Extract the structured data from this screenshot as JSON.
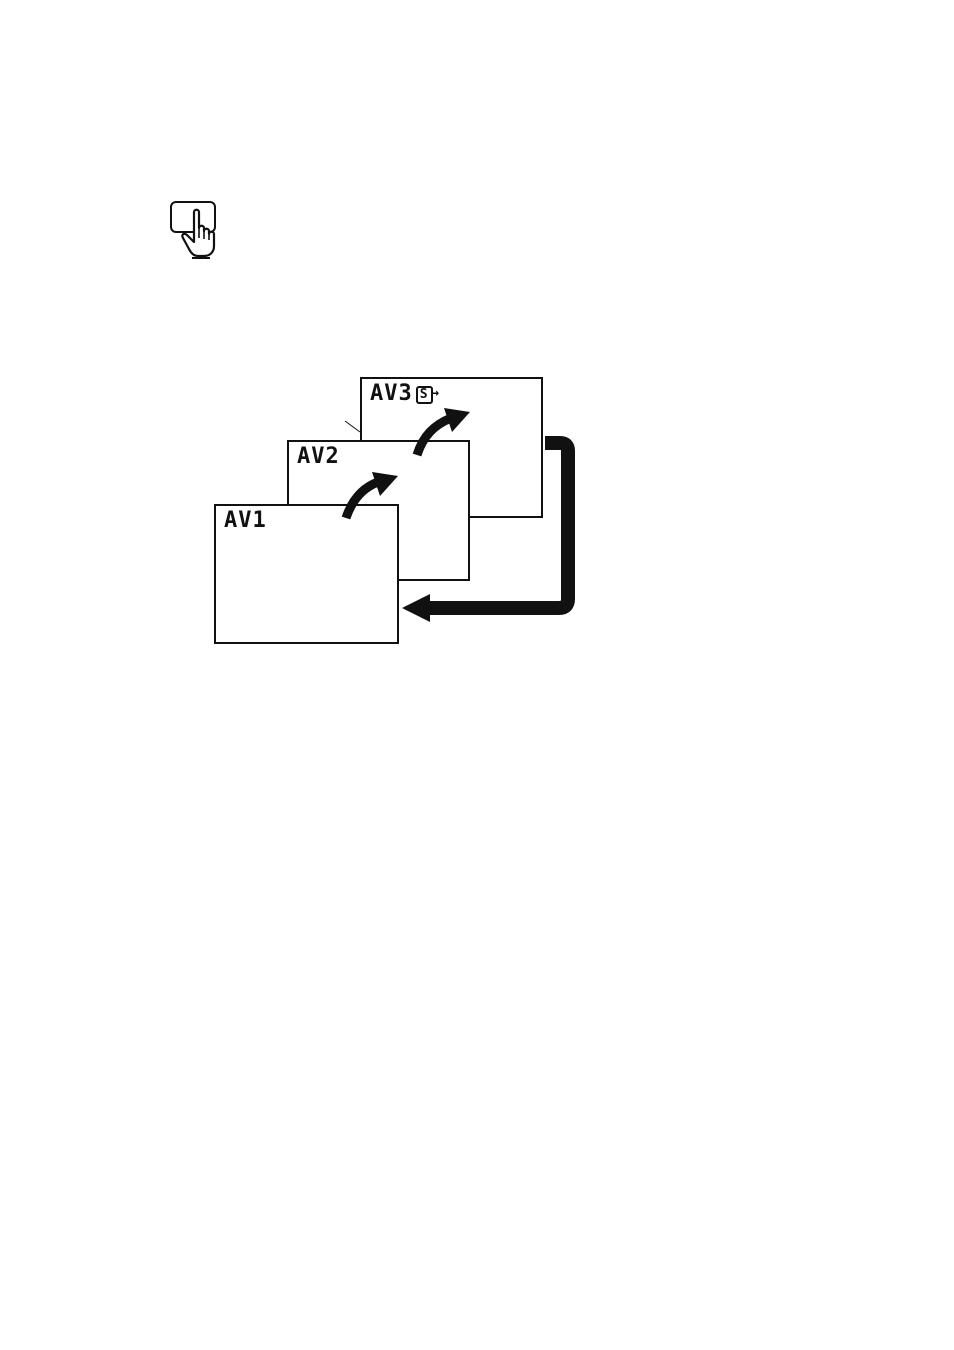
{
  "diagram": {
    "screens": [
      {
        "id": "av3",
        "label": "AV3",
        "badge": "S"
      },
      {
        "id": "av2",
        "label": "AV2"
      },
      {
        "id": "av1",
        "label": "AV1"
      }
    ]
  },
  "colors": {
    "ink": "#111111",
    "background": "#ffffff"
  },
  "icons": {
    "button": "finger-press-button-icon",
    "badge": "s-video-input-icon"
  }
}
